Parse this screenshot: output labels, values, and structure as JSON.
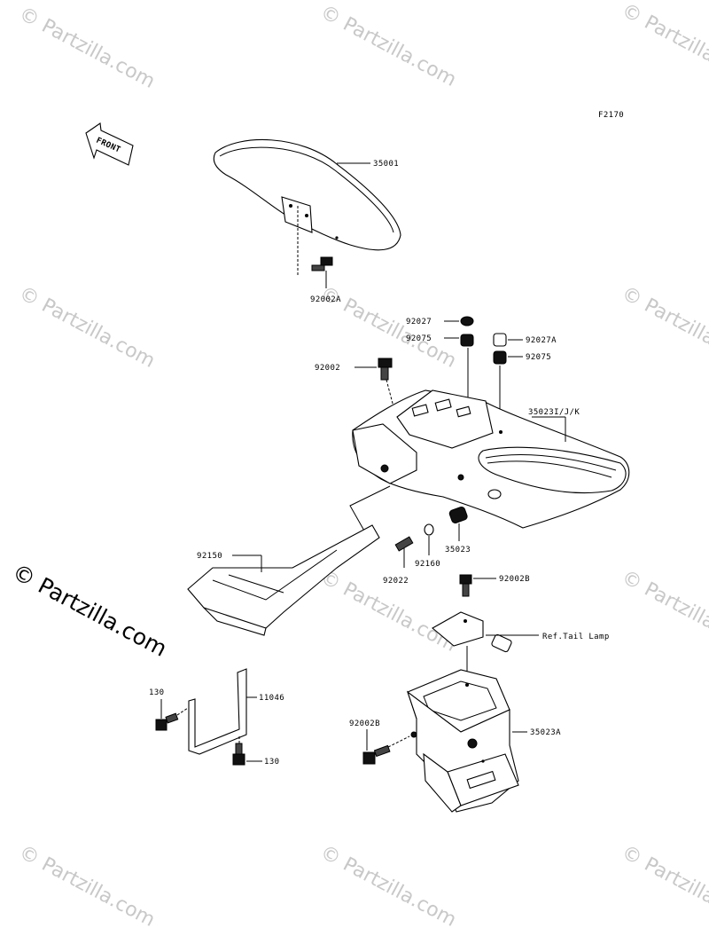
{
  "diagram": {
    "figure_code": "F2170",
    "front_arrow_label": "FRONT",
    "part_labels": [
      {
        "id": "35001",
        "text": "35001"
      },
      {
        "id": "92002A",
        "text": "92002A"
      },
      {
        "id": "92027",
        "text": "92027"
      },
      {
        "id": "92075-left",
        "text": "92075"
      },
      {
        "id": "92027A",
        "text": "92027A"
      },
      {
        "id": "92075-right",
        "text": "92075"
      },
      {
        "id": "92002",
        "text": "92002"
      },
      {
        "id": "35023IJK",
        "text": "35023I/J/K"
      },
      {
        "id": "35023",
        "text": "35023"
      },
      {
        "id": "92160",
        "text": "92160"
      },
      {
        "id": "92022",
        "text": "92022"
      },
      {
        "id": "92150",
        "text": "92150"
      },
      {
        "id": "92002B-top",
        "text": "92002B"
      },
      {
        "id": "ref-tail-lamp",
        "text": "Ref.Tail Lamp"
      },
      {
        "id": "130-top",
        "text": "130"
      },
      {
        "id": "11046",
        "text": "11046"
      },
      {
        "id": "130-bottom",
        "text": "130"
      },
      {
        "id": "92002B-bottom",
        "text": "92002B"
      },
      {
        "id": "35023A",
        "text": "35023A"
      }
    ]
  },
  "watermark": {
    "text": "© Partzilla.com",
    "main_text": "© Partzilla.com"
  },
  "colors": {
    "line": "#000000",
    "watermark": "#c8c8c8",
    "background": "#ffffff"
  }
}
